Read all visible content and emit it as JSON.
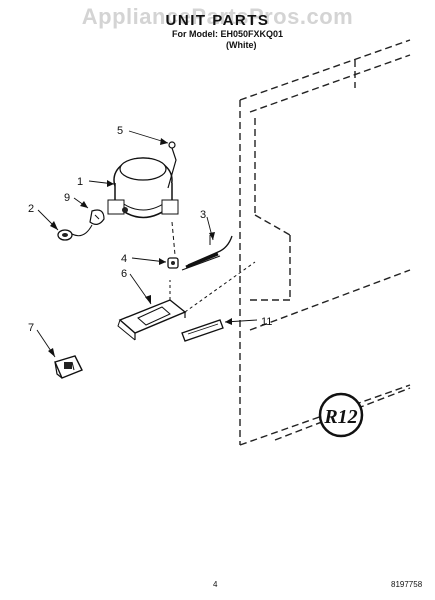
{
  "watermark": "AppliancePartsPros.com",
  "header": {
    "title": "UNIT PARTS",
    "subtitle": "For Model: EH050FXKQ01",
    "color": "(White)"
  },
  "callouts": [
    "1",
    "2",
    "3",
    "4",
    "5",
    "6",
    "7",
    "9",
    "11"
  ],
  "badge": "R12",
  "footer": {
    "page": "4",
    "doc_id": "8197758"
  }
}
